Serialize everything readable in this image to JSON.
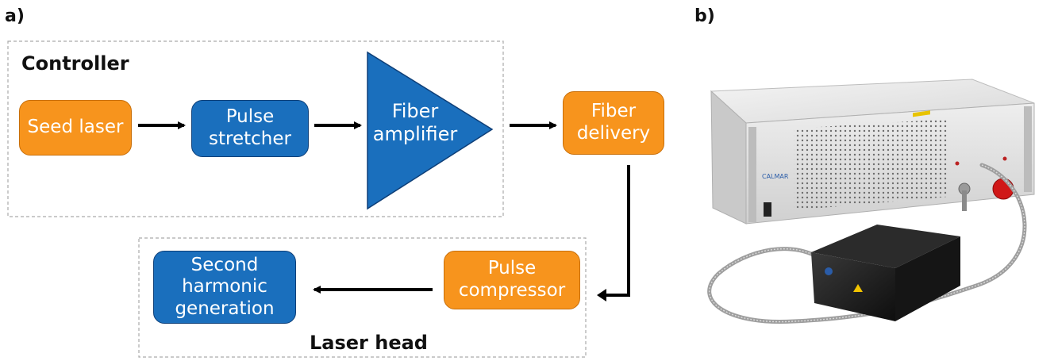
{
  "panel_labels": {
    "a": "a)",
    "b": "b)"
  },
  "groups": {
    "controller": "Controller",
    "laser_head": "Laser head"
  },
  "blocks": {
    "seed_laser": "Seed laser",
    "pulse_stretcher": "Pulse\nstretcher",
    "fiber_amplifier": "Fiber\namplifier",
    "fiber_delivery": "Fiber\ndelivery",
    "pulse_compressor": "Pulse\ncompressor",
    "second_harmonic": "Second\nharmonic\ngeneration"
  },
  "colors": {
    "orange": "#f7941d",
    "blue": "#1a6fbd",
    "arrow": "#000000",
    "dashed": "#aaaaaa"
  },
  "photo": {
    "brand_label": "CALMAR"
  }
}
